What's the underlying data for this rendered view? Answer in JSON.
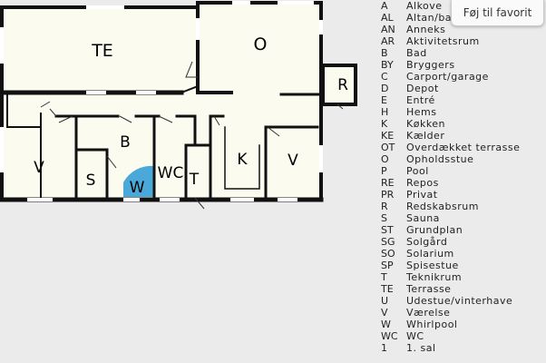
{
  "favorite_button": {
    "label": "Føj til favorit"
  },
  "plan": {
    "rooms": {
      "te": "TE",
      "o": "O",
      "r": "R",
      "b": "B",
      "v_left": "V",
      "s": "S",
      "w": "W",
      "wc": "WC",
      "t": "T",
      "k": "K",
      "v_right": "V"
    },
    "colors": {
      "wall": "#111111",
      "floor": "#fbfbf0",
      "whirlpool": "#4aa9d9",
      "window": "#ffffff"
    }
  },
  "legend": [
    {
      "code": "A",
      "label": "Alkove"
    },
    {
      "code": "AL",
      "label": "Altan/balkon"
    },
    {
      "code": "AN",
      "label": "Anneks"
    },
    {
      "code": "AR",
      "label": "Aktivitetsrum"
    },
    {
      "code": "B",
      "label": "Bad"
    },
    {
      "code": "BY",
      "label": "Bryggers"
    },
    {
      "code": "C",
      "label": "Carport/garage"
    },
    {
      "code": "D",
      "label": "Depot"
    },
    {
      "code": "E",
      "label": "Entré"
    },
    {
      "code": "H",
      "label": "Hems"
    },
    {
      "code": "K",
      "label": "Køkken"
    },
    {
      "code": "KE",
      "label": "Kælder"
    },
    {
      "code": "OT",
      "label": "Overdækket terrasse"
    },
    {
      "code": "O",
      "label": "Opholdsstue"
    },
    {
      "code": "P",
      "label": "Pool"
    },
    {
      "code": "RE",
      "label": "Repos"
    },
    {
      "code": "PR",
      "label": "Privat"
    },
    {
      "code": "R",
      "label": "Redskabsrum"
    },
    {
      "code": "S",
      "label": "Sauna"
    },
    {
      "code": "ST",
      "label": "Grundplan"
    },
    {
      "code": "SG",
      "label": "Solgård"
    },
    {
      "code": "SO",
      "label": "Solarium"
    },
    {
      "code": "SP",
      "label": "Spisestue"
    },
    {
      "code": "T",
      "label": "Teknikrum"
    },
    {
      "code": "TE",
      "label": "Terrasse"
    },
    {
      "code": "U",
      "label": "Udestue/vinterhave"
    },
    {
      "code": "V",
      "label": "Værelse"
    },
    {
      "code": "W",
      "label": "Whirlpool"
    },
    {
      "code": "WC",
      "label": "WC"
    },
    {
      "code": "1",
      "label": "1. sal"
    }
  ]
}
